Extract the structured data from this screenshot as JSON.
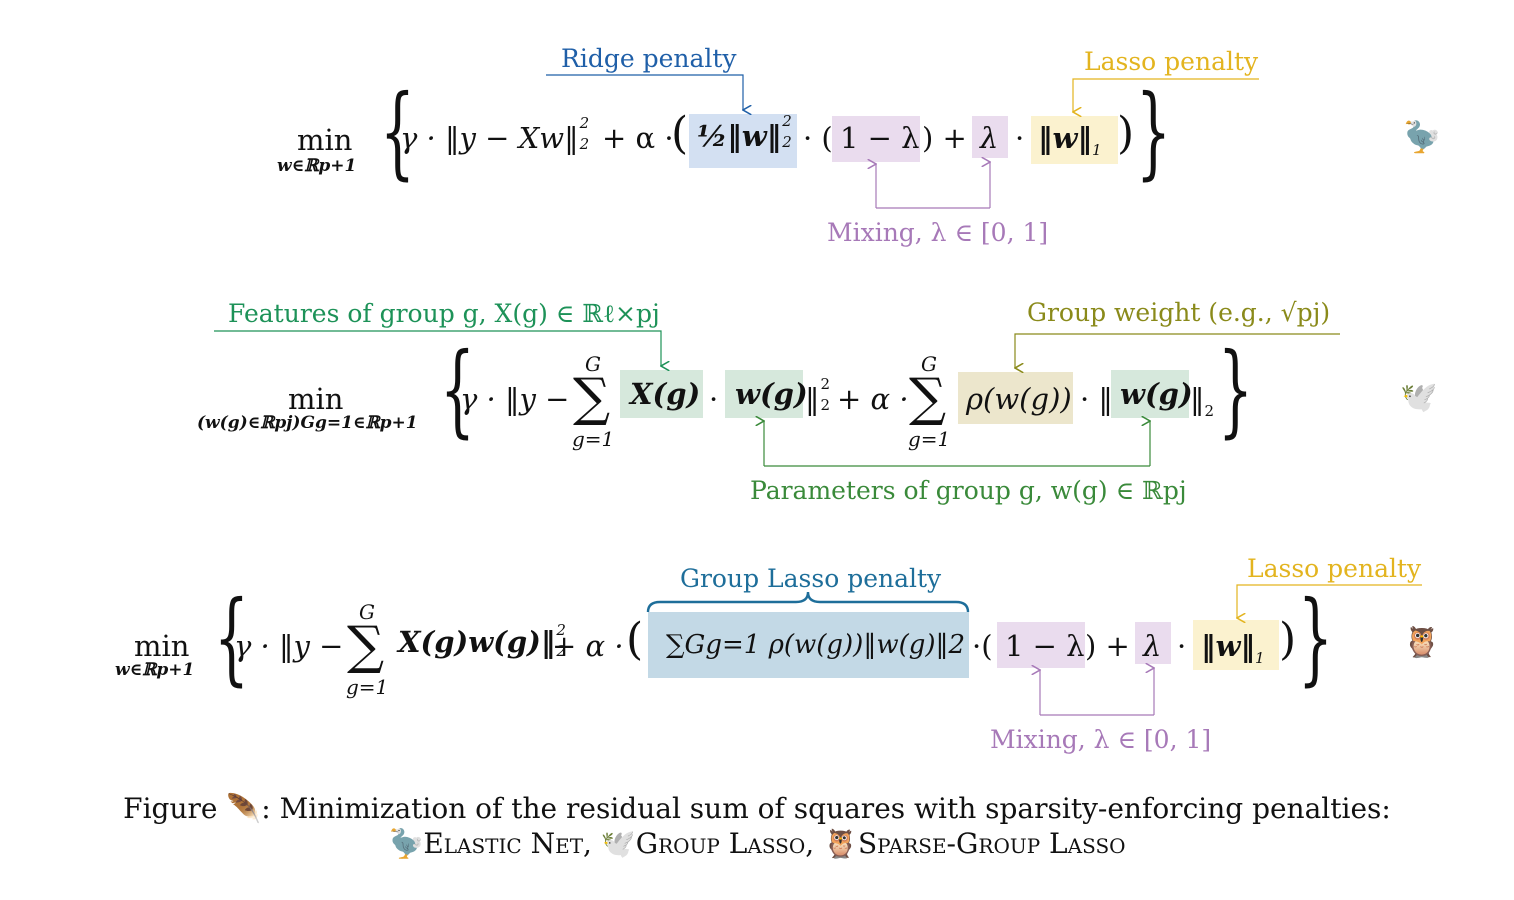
{
  "colors": {
    "ridge": "#1f5fa8",
    "lasso": "#e3b41f",
    "mixing": "#a779b8",
    "features": "#1d9258",
    "group_weight": "#8a8a1a",
    "parameters": "#3a8a3a",
    "group_lasso": "#1e6e9a",
    "hl_ridge": "#d3e0f2",
    "hl_mixing": "#eadcee",
    "hl_lasso": "#fbf2cf",
    "hl_features": "#d6e8dc",
    "hl_weight": "#ece6cc",
    "hl_group_lasso": "#c3d9e6"
  },
  "eq1": {
    "min_word": "min",
    "min_sub": "w∈ℝp+1",
    "open_brace": "{",
    "close_brace": "}",
    "t1": "γ · ‖y − Xw‖",
    "t1_sup": "2",
    "t1_sub": "2",
    "t2": "+ α · ",
    "paren_open": "(",
    "ridge_term": "½‖w‖",
    "ridge_sup": "2",
    "ridge_sub": "2",
    "dot1": "· (",
    "mix1": "1 − λ",
    "t3": ") +",
    "lambda": "λ",
    "dot2": "·",
    "lasso_term": "‖w‖",
    "lasso_sub": "1",
    "paren_close": ")",
    "ridge_label": "Ridge penalty",
    "lasso_label": "Lasso penalty",
    "mixing_label": "Mixing, λ ∈ [0, 1]",
    "icon": "dodo-icon"
  },
  "eq2": {
    "min_word": "min",
    "min_sub": "(w(g)∈ℝpj)Gg=1∈ℝp+1",
    "open_brace": "{",
    "close_brace": "}",
    "t1": "γ · ‖y −",
    "sigma": "∑",
    "sum_top": "G",
    "sum_bot": "g=1",
    "features_term": "X(g)",
    "dot1": "·",
    "param_term": "w(g)",
    "t2": "‖",
    "t2_sup": "2",
    "t2_sub": "2",
    "t3": "+ α ·",
    "sigma2": "∑",
    "sum2_top": "G",
    "sum2_bot": "g=1",
    "weight_term": "ρ(w(g))",
    "dot2": "· ‖",
    "param_term2": "w(g)",
    "t4": "‖",
    "t4_sub": "2",
    "features_label": "Features of group g, X(g) ∈ ℝℓ×pj",
    "weight_label": "Group weight (e.g., √pj)",
    "parameters_label": "Parameters of group g, w(g) ∈ ℝpj",
    "icon": "dove-icon"
  },
  "eq3": {
    "min_word": "min",
    "min_sub": "w∈ℝp+1",
    "open_brace": "{",
    "close_brace": "}",
    "t1": "γ · ‖y −",
    "sigma": "∑",
    "sum_top": "G",
    "sum_bot": "g=1",
    "t2": "X(g)w(g)‖",
    "t2_sup": "2",
    "t2_sub": "2",
    "t3": "+ α ·",
    "paren_open": "(",
    "group_lasso_term": "∑Gg=1 ρ(w(g))‖w(g)‖2",
    "dot1": "·(",
    "mix1": "1 − λ",
    "t4": ") +",
    "lambda": "λ",
    "dot2": "·",
    "lasso_term": "‖w‖",
    "lasso_sub": "1",
    "paren_close": ")",
    "group_lasso_label": "Group Lasso penalty",
    "lasso_label": "Lasso penalty",
    "mixing_label": "Mixing, λ ∈ [0, 1]",
    "icon": "owl-icon"
  },
  "caption": {
    "line1_prefix": "Figure",
    "line1_suffix": ": Minimization of the residual sum of squares with sparsity-enforcing penalties:",
    "feather_icon": "feather-icon",
    "elastic_net": "Elastic Net,",
    "group_lasso": "Group Lasso,",
    "sparse_group_lasso": "Sparse-Group Lasso"
  }
}
